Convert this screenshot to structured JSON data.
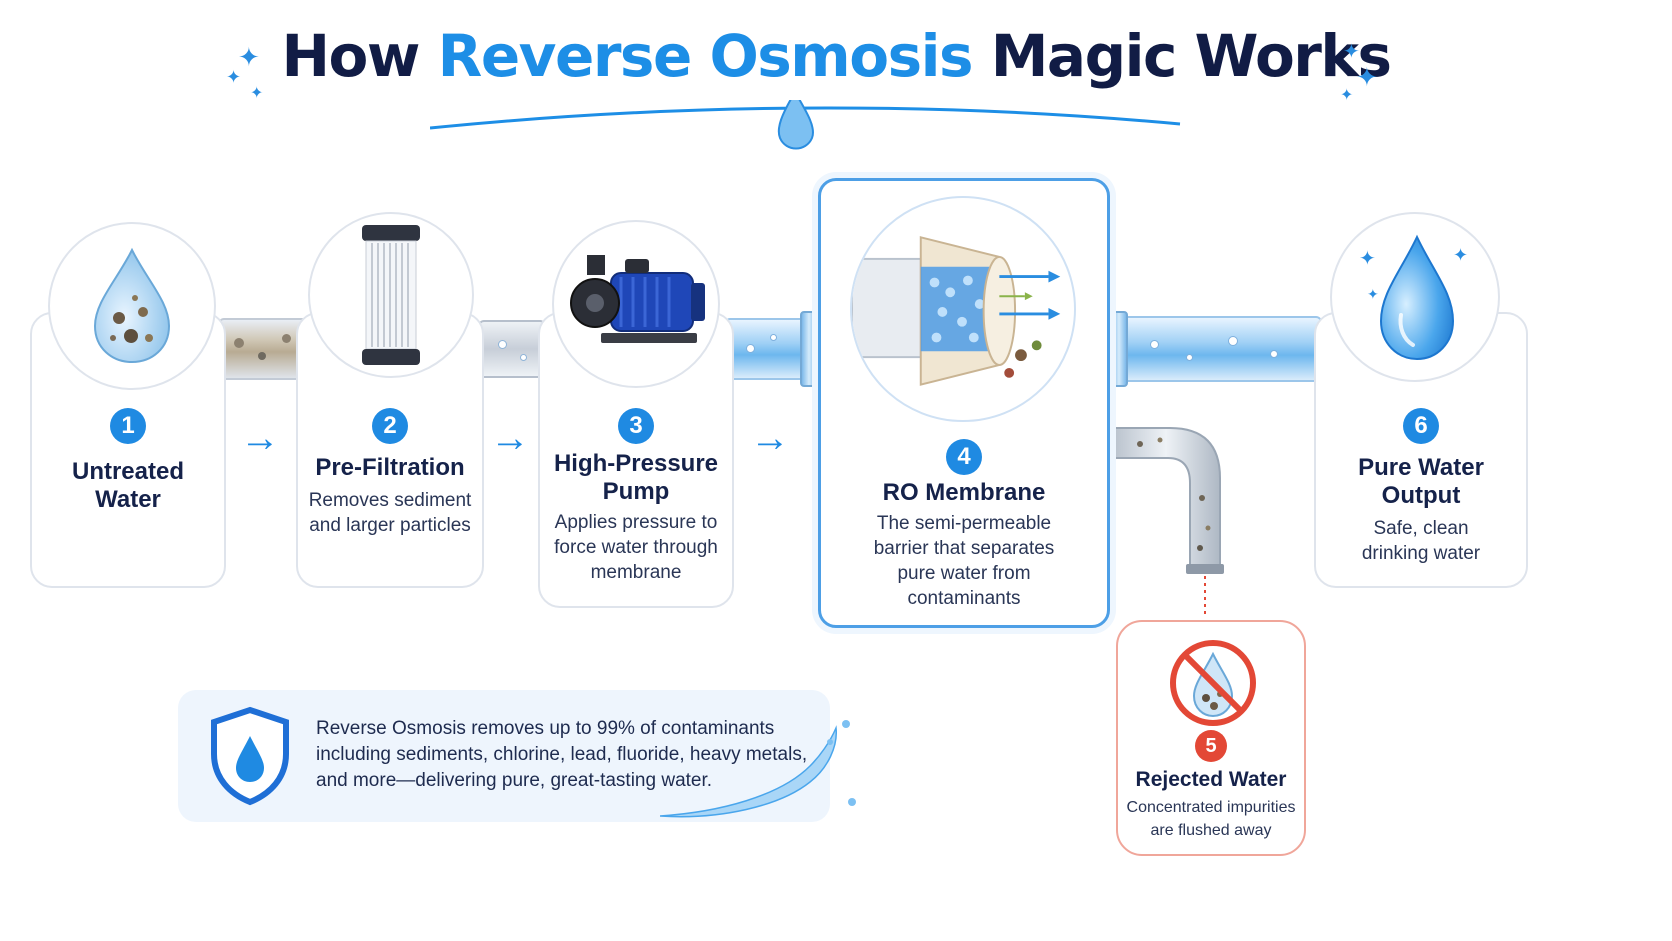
{
  "title": {
    "part1": "How ",
    "accent": "Reverse Osmosis",
    "part2": " Magic Works"
  },
  "colors": {
    "accent": "#1d8ee6",
    "step_number": "#1f8ae2",
    "reject": "#e34836",
    "navy": "#111c45"
  },
  "steps": [
    {
      "number": "1",
      "title_line1": "Untreated",
      "title_line2": "Water",
      "icon": "dirty-water-drop-icon"
    },
    {
      "number": "2",
      "title": "Pre-Filtration",
      "desc_line1": "Removes sediment",
      "desc_line2": "and larger particles",
      "icon": "filter-cartridge-icon"
    },
    {
      "number": "3",
      "title_line1": "High-Pressure",
      "title_line2": "Pump",
      "desc_line1": "Applies pressure to",
      "desc_line2": "force water through",
      "desc_line3": "membrane",
      "icon": "pump-icon"
    },
    {
      "number": "4",
      "title": "RO Membrane",
      "desc_line1": "The semi-permeable",
      "desc_line2": "barrier that separates",
      "desc_line3": "pure water from",
      "desc_line4": "contaminants",
      "icon": "ro-membrane-icon"
    },
    {
      "number": "5",
      "title": "Rejected Water",
      "desc_line1": "Concentrated impurities",
      "desc_line2": "are flushed away",
      "icon": "no-dirty-water-icon"
    },
    {
      "number": "6",
      "title_line1": "Pure Water",
      "title_line2": "Output",
      "desc_line1": "Safe, clean",
      "desc_line2": "drinking water",
      "icon": "pure-water-drop-icon"
    }
  ],
  "info": {
    "line1": "Reverse Osmosis removes up to 99% of contaminants",
    "line2": "including sediments, chlorine, lead, fluoride, heavy metals,",
    "line3": "and more—delivering pure, great-tasting water.",
    "icon": "shield-water-icon"
  },
  "flow_arrow": "→"
}
